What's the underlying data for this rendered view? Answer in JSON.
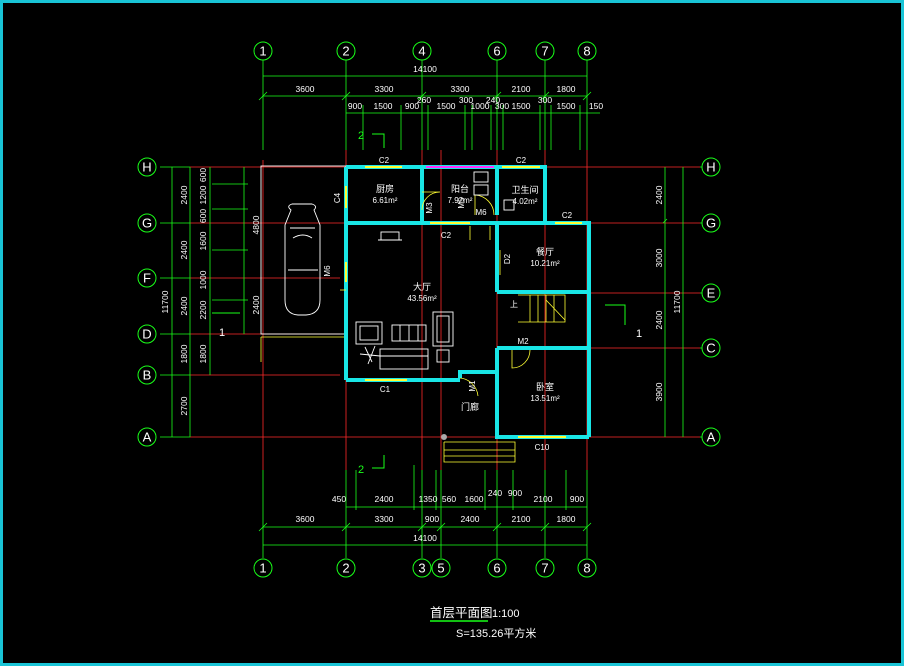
{
  "title": {
    "main": "首层平面图",
    "scale": "1:100",
    "area": "S=135.26平方米"
  },
  "axes": {
    "top": [
      "1",
      "2",
      "4",
      "6",
      "7",
      "8"
    ],
    "bottom": [
      "1",
      "2",
      "3",
      "5",
      "6",
      "7",
      "8"
    ],
    "left": [
      "H",
      "G",
      "F",
      "D",
      "B",
      "A"
    ],
    "right": [
      "H",
      "G",
      "E",
      "C",
      "A"
    ]
  },
  "dimensions": {
    "top_total": "14100",
    "top_row1": [
      "3600",
      "3300",
      "3300",
      "2100",
      "1800"
    ],
    "top_row2": [
      "900",
      "1500",
      "900",
      "260",
      "1500",
      "300",
      "240",
      "1000",
      "300",
      "1500",
      "300",
      "1500",
      "150"
    ],
    "bottom_total": "14100",
    "bottom_row1": [
      "3600",
      "3300",
      "900",
      "2400",
      "2100",
      "1800"
    ],
    "bottom_row2": [
      "450",
      "2400",
      "1350",
      "560",
      "1600",
      "240",
      "900",
      "2100",
      "900"
    ],
    "left_total": "11700",
    "left_outer": [
      "2400",
      "2400",
      "2400",
      "1800",
      "2700"
    ],
    "left_inner": [
      "600",
      "1200",
      "600",
      "1600",
      "1000",
      "2200",
      "1800"
    ],
    "left_garage": [
      "4800",
      "2400"
    ],
    "right_total": "11700",
    "right_outer": [
      "2400",
      "3000",
      "2400",
      "3900"
    ]
  },
  "rooms": [
    {
      "name": "厨房",
      "area": "6.61m²"
    },
    {
      "name": "阳台",
      "area": "7.92m²"
    },
    {
      "name": "卫生间",
      "area": "4.02m²"
    },
    {
      "name": "餐厅",
      "area": "10.21m²"
    },
    {
      "name": "大厅",
      "area": "43.56m²"
    },
    {
      "name": "卧室",
      "area": "13.51m²"
    },
    {
      "name": "门廊",
      "area": ""
    }
  ],
  "openings": {
    "windows": [
      "C2",
      "C2",
      "C2",
      "C2",
      "C4",
      "C1",
      "C10"
    ],
    "doors": [
      "M3",
      "M5",
      "M6",
      "M6",
      "D2",
      "M2",
      "M1"
    ]
  },
  "section_marks": {
    "top": "2",
    "bottom": "2",
    "left": "1",
    "right": "1"
  },
  "stair_label": "上",
  "colors": {
    "background": "#000000",
    "frame": "#19c4d6",
    "axis": "#ff2a2a",
    "dimension": "#19ff19",
    "wall": "#19e6e6",
    "window": "#ffff33",
    "text": "#ffffff",
    "furniture": "#ffffff",
    "balcony_line": "#ff33ff"
  }
}
